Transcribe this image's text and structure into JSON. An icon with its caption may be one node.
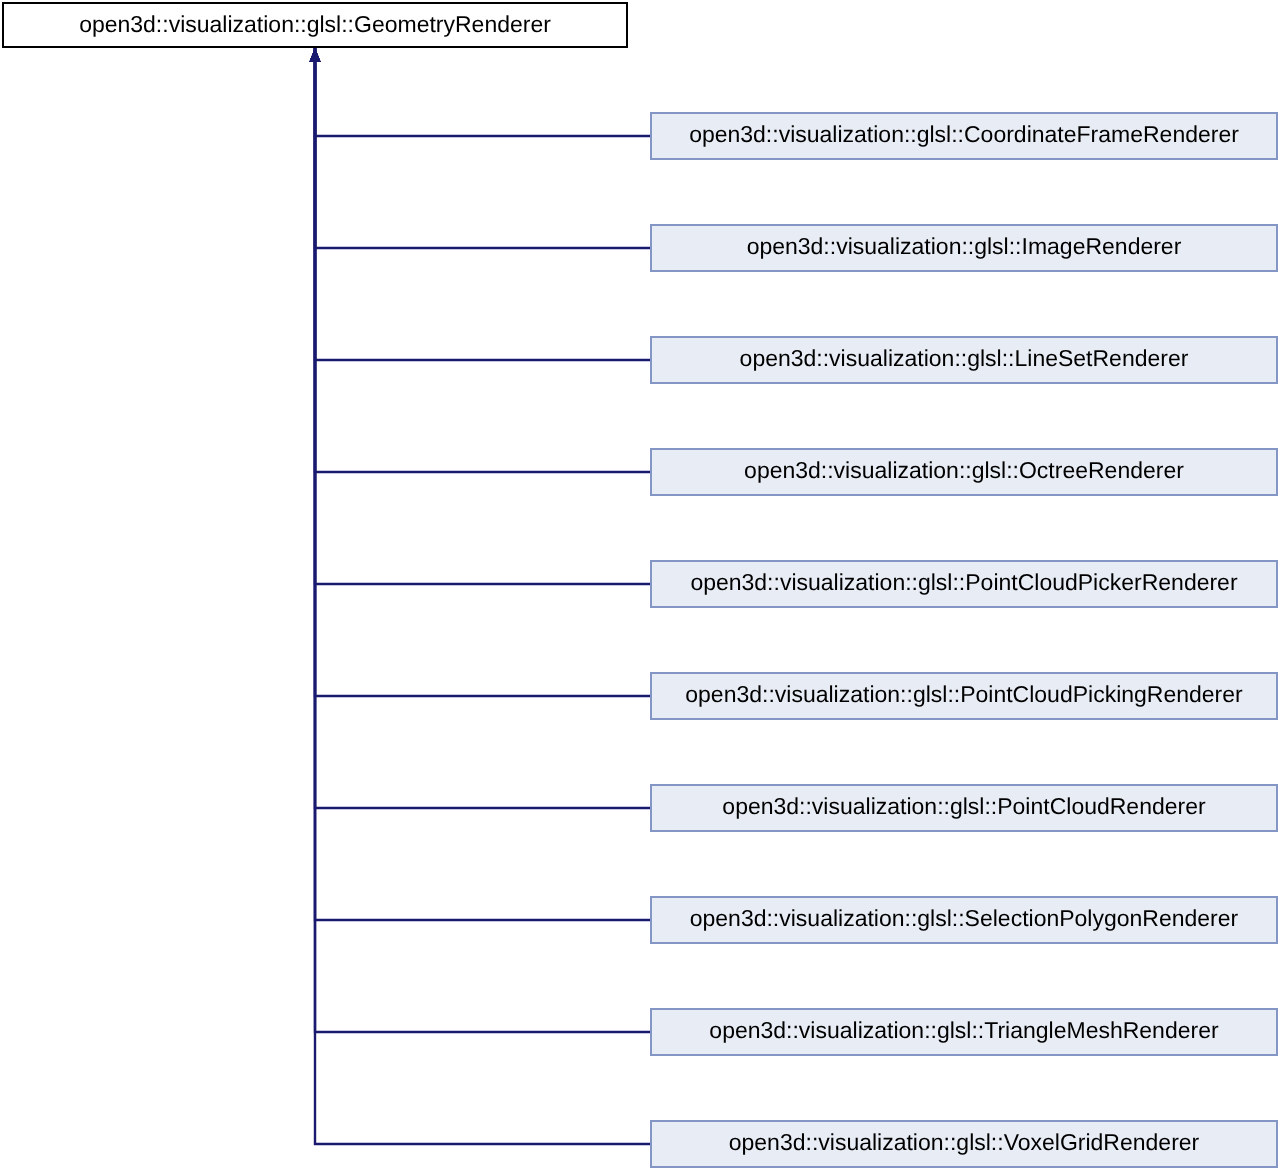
{
  "diagram": {
    "nodes": [
      {
        "text": [
          "open3d::visualization::glsl::GeometryRenderer"
        ]
      },
      {
        "text": [
          "open3d::visualization::glsl::CoordinateFrameRenderer"
        ]
      },
      {
        "text": [
          "open3d::visualization::glsl::ImageRenderer"
        ]
      },
      {
        "text": [
          "open3d::visualization::glsl::LineSetRenderer"
        ]
      },
      {
        "text": [
          "open3d::visualization::glsl::OctreeRenderer"
        ]
      },
      {
        "text": [
          "open3d::visualization::glsl::PointCloudPickerRenderer"
        ]
      },
      {
        "text": [
          "open3d::visualization::glsl::PointCloudPickingRenderer"
        ]
      },
      {
        "text": [
          "open3d::visualization::glsl::PointCloudRenderer"
        ]
      },
      {
        "text": [
          "open3d::visualization::glsl::SelectionPolygonRenderer"
        ]
      },
      {
        "text": [
          "open3d::visualization::glsl::TriangleMeshRenderer"
        ]
      },
      {
        "text": [
          "open3d::visualization::glsl::VoxelGridRenderer"
        ]
      }
    ],
    "edges": [
      {
        "from": 1,
        "to": 0,
        "arrow": "to"
      },
      {
        "from": 2,
        "to": 0,
        "arrow": "to"
      },
      {
        "from": 3,
        "to": 0,
        "arrow": "to"
      },
      {
        "from": 4,
        "to": 0,
        "arrow": "to"
      },
      {
        "from": 5,
        "to": 0,
        "arrow": "to"
      },
      {
        "from": 6,
        "to": 0,
        "arrow": "to"
      },
      {
        "from": 7,
        "to": 0,
        "arrow": "to"
      },
      {
        "from": 8,
        "to": 0,
        "arrow": "to"
      },
      {
        "from": 9,
        "to": 0,
        "arrow": "to"
      },
      {
        "from": 10,
        "to": 0,
        "arrow": "to"
      }
    ]
  }
}
